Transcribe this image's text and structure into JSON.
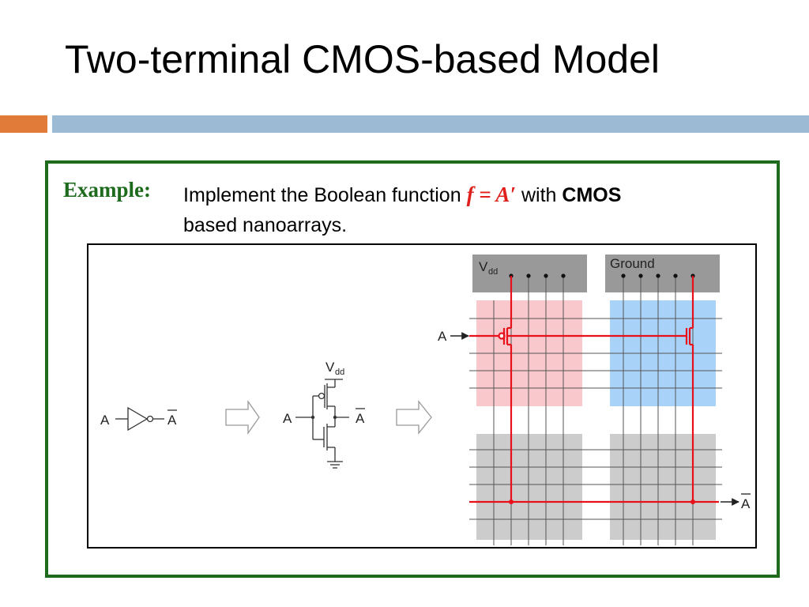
{
  "slide": {
    "title": "Two-terminal CMOS-based Model"
  },
  "example": {
    "label": "Example:",
    "text_before": "Implement the Boolean function ",
    "function": "f = A′",
    "text_mid": " with ",
    "bold_word": "CMOS",
    "text_after": "based nanoarrays."
  },
  "diagram": {
    "inverter_input": "A",
    "inverter_output": "A",
    "transistor_vdd": "V",
    "transistor_vdd_sub": "dd",
    "transistor_input": "A",
    "transistor_output": "A",
    "array_vdd": "V",
    "array_vdd_sub": "dd",
    "array_ground": "Ground",
    "array_input": "A",
    "array_output": "A"
  },
  "colors": {
    "title_bar_accent": "#e07b39",
    "title_bar": "#9dbad5",
    "frame": "#1e6b1e",
    "function_red": "#e0201c",
    "pmos_region": "#f9c8cc",
    "nmos_region": "#a9d2f9",
    "gray_region": "#cccccc",
    "rail": "#999999",
    "wire": "#e8111a"
  }
}
